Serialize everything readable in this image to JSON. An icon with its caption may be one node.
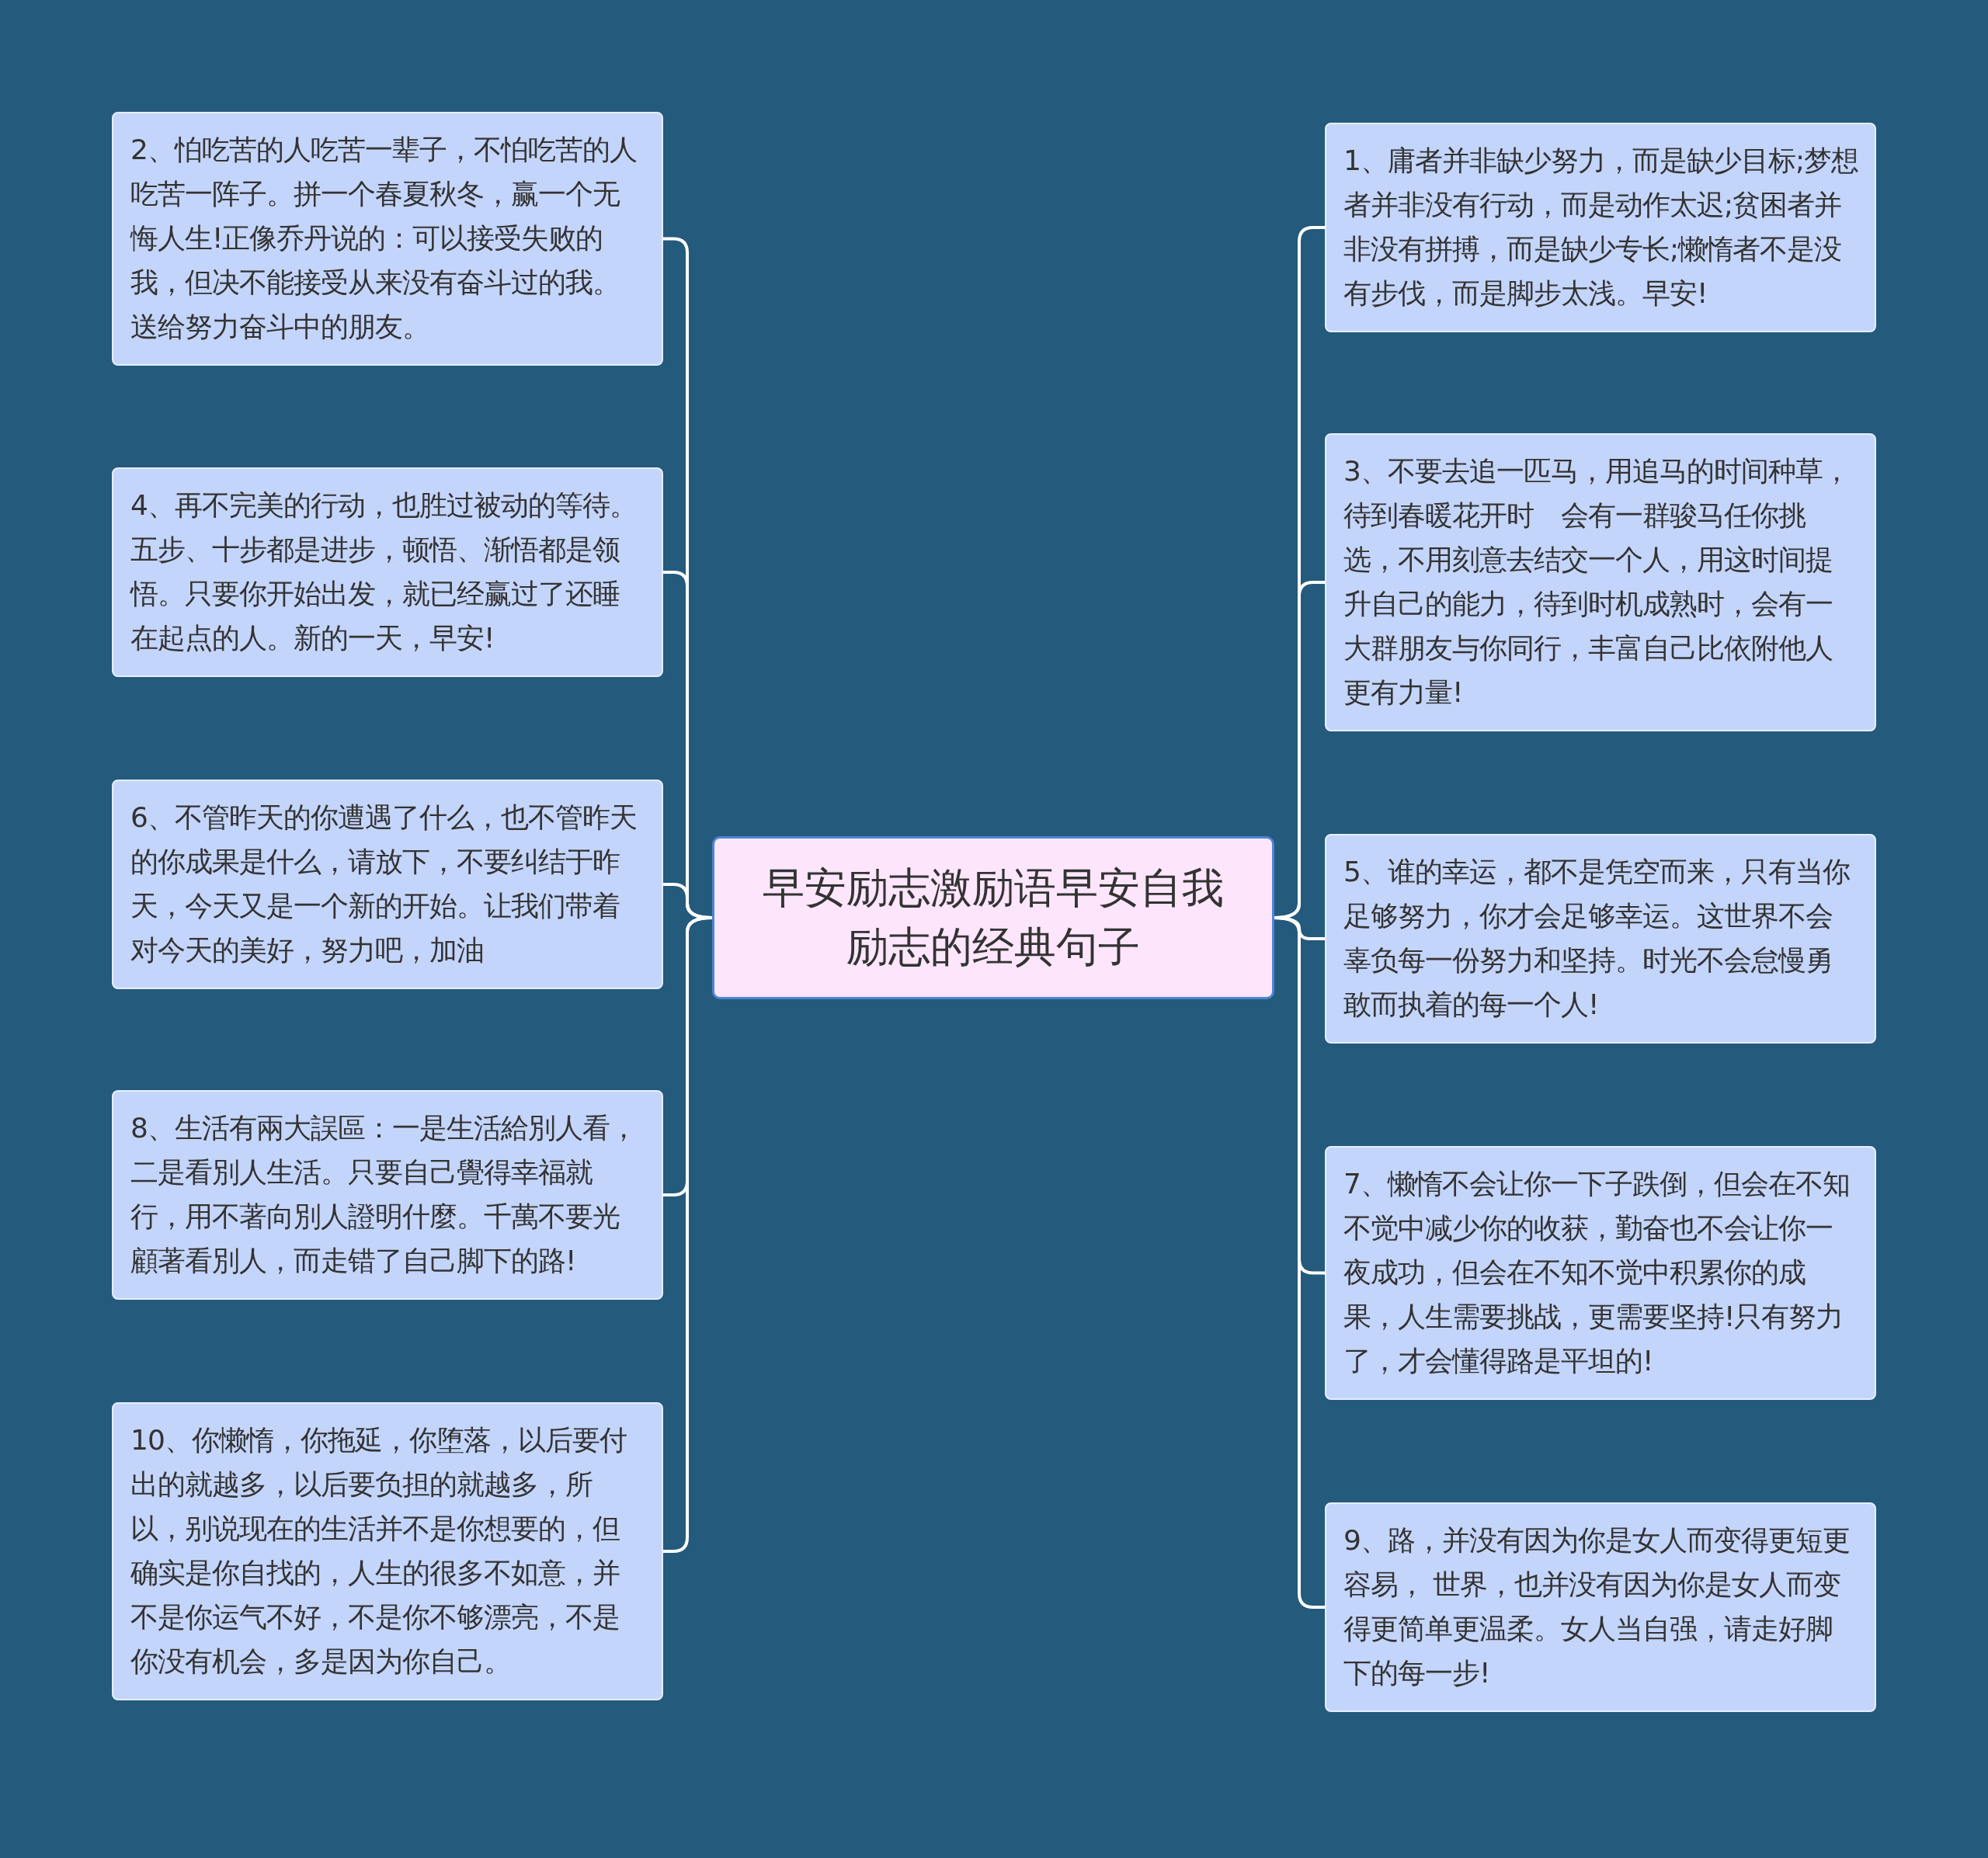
{
  "diagram": {
    "nodes": [
      {
        "text": [
          "早安励志激励语早安自我励志的经典句子"
        ]
      },
      {
        "text": [
          "2、怕吃苦的人吃苦一辈子，不怕吃苦的人吃苦一阵子。拼一个春夏秋冬，赢一个无悔人生!正像乔丹说的：可以接受失败的我，但决不能接受从来没有奋斗过的我。送给努力奋斗中的朋友。"
        ]
      },
      {
        "text": [
          "4、再不完美的行动，也胜过被动的等待。五步、十步都是进步，顿悟、渐悟都是领悟。只要你开始出发，就已经赢过了还睡在起点的人。新的一天，早安!"
        ]
      },
      {
        "text": [
          "6、不管昨天的你遭遇了什么，也不管昨天的你成果是什么，请放下，不要纠结于昨天，今天又是一个新的开始。让我们带着对今天的美好，努力吧，加油"
        ]
      },
      {
        "text": [
          "8、生活有兩大誤區：一是生活給別人看，二是看別人生活。只要自己覺得幸福就行，用不著向別人證明什麼。千萬不要光顧著看別人，而走错了自己脚下的路!"
        ]
      },
      {
        "text": [
          "10、你懒惰，你拖延，你堕落，以后要付出的就越多，以后要负担的就越多，所以，别说现在的生活并不是你想要的，但确实是你自找的，人生的很多不如意，并不是你运气不好，不是你不够漂亮，不是你没有机会，多是因为你自己。"
        ]
      },
      {
        "text": [
          "1、庸者并非缺少努力，而是缺少目标;梦想者并非没有行动，而是动作太迟;贫困者并非没有拼搏，而是缺少专长;懒惰者不是没有步伐，而是脚步太浅。早安!"
        ]
      },
      {
        "text": [
          "3、不要去追一匹马，用追马的时间种草，待到春暖花开时　会有一群骏马任你挑选，不用刻意去结交一个人，用这时间提升自己的能力，待到时机成熟时，会有一大群朋友与你同行，丰富自己比依附他人更有力量!"
        ]
      },
      {
        "text": [
          "5、谁的幸运，都不是凭空而来，只有当你足够努力，你才会足够幸运。这世界不会辜负每一份努力和坚持。时光不会怠慢勇敢而执着的每一个人!"
        ]
      },
      {
        "text": [
          "7、懒惰不会让你一下子跌倒，但会在不知不觉中减少你的收获，勤奋也不会让你一夜成功，但会在不知不觉中积累你的成果，人生需要挑战，更需要坚持!只有努力了，才会懂得路是平坦的!"
        ]
      },
      {
        "text": [
          "9、路，并没有因为你是女人而变得更短更容易， 世界，也并没有因为你是女人而变得更简单更温柔。女人当自强，请走好脚下的每一步!"
        ]
      }
    ],
    "edges": [
      {
        "from": 0,
        "to": 1,
        "arrow": "none"
      },
      {
        "from": 0,
        "to": 2,
        "arrow": "none"
      },
      {
        "from": 0,
        "to": 3,
        "arrow": "none"
      },
      {
        "from": 0,
        "to": 4,
        "arrow": "none"
      },
      {
        "from": 0,
        "to": 5,
        "arrow": "none"
      },
      {
        "from": 0,
        "to": 6,
        "arrow": "none"
      },
      {
        "from": 0,
        "to": 7,
        "arrow": "none"
      },
      {
        "from": 0,
        "to": 8,
        "arrow": "none"
      },
      {
        "from": 0,
        "to": 9,
        "arrow": "none"
      },
      {
        "from": 0,
        "to": 10,
        "arrow": "none"
      }
    ]
  }
}
